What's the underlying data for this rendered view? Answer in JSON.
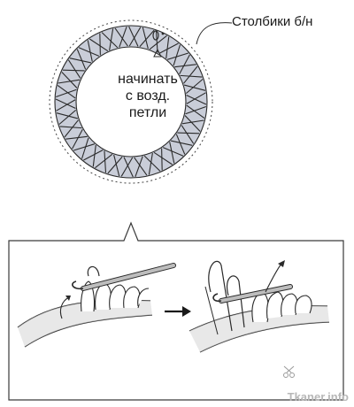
{
  "labels": {
    "stitch_type": "Столбики б/н",
    "center_line1": "начинать",
    "center_line2": "с возд.",
    "center_line3": "петли",
    "watermark": "Tkaner.info"
  },
  "ring": {
    "cross_marks": 34,
    "start_marks": "0",
    "colors": {
      "band": "#c9cdd8",
      "ink": "#2a2a2a",
      "paper": "#ffffff",
      "panel_border": "#3a3a3a",
      "hook": "#7a7a7a",
      "yarn_fill": "#d9d9d9"
    }
  },
  "icons": {
    "arrow": "right-arrow-icon",
    "scissors": "scissors-icon"
  }
}
